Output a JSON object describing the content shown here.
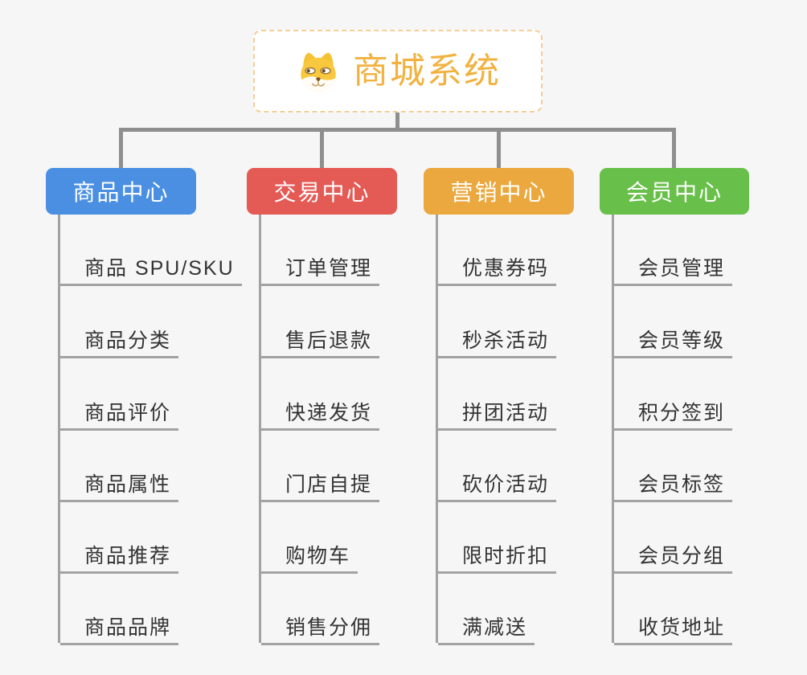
{
  "root": {
    "title": "商城系统",
    "icon": "shiba-dog-icon"
  },
  "branches": [
    {
      "label": "商品中心",
      "color": "#4a8fe2",
      "items": [
        "商品 SPU/SKU",
        "商品分类",
        "商品评价",
        "商品属性",
        "商品推荐",
        "商品品牌"
      ]
    },
    {
      "label": "交易中心",
      "color": "#e45a55",
      "items": [
        "订单管理",
        "售后退款",
        "快递发货",
        "门店自提",
        "购物车",
        "销售分佣"
      ]
    },
    {
      "label": "营销中心",
      "color": "#eaa83e",
      "items": [
        "优惠券码",
        "秒杀活动",
        "拼团活动",
        "砍价活动",
        "限时折扣",
        "满减送"
      ]
    },
    {
      "label": "会员中心",
      "color": "#68c04a",
      "items": [
        "会员管理",
        "会员等级",
        "积分签到",
        "会员标签",
        "会员分组",
        "收货地址"
      ]
    }
  ],
  "colors": {
    "background": "#f6f6f6",
    "connector_line": "#8f8f8f",
    "child_line": "#a2a2a2",
    "leaf_text": "#333333",
    "root_title": "#f1b240",
    "root_border": "#f6cd96",
    "root_background": "#ffffff",
    "branch_text": "#ffffff"
  }
}
